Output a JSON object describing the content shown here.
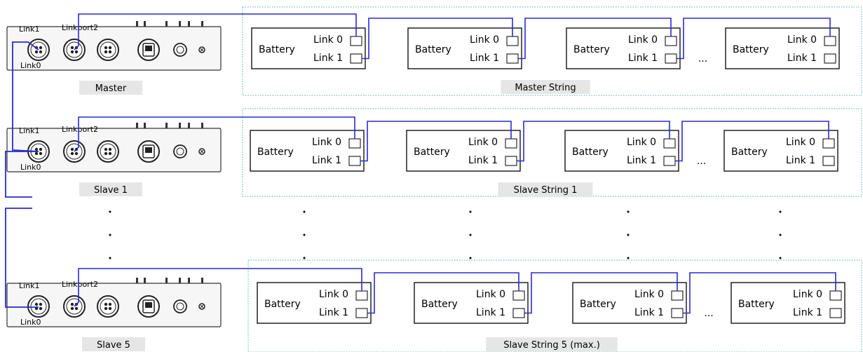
{
  "colors": {
    "wire": "#2a2ad0",
    "dotted_frame": "#4fb0a8",
    "caption_bg": "#e6e6e6"
  },
  "dots": "·",
  "ellipsis": "...",
  "rows": [
    {
      "id": "master",
      "unit": {
        "name": "Master",
        "link1": "Link1",
        "linkport2": "Linkport2",
        "link0": "Link0"
      },
      "string": {
        "name": "Master String"
      },
      "batteries": [
        {
          "label": "Battery",
          "link0": "Link 0",
          "link1": "Link 1"
        },
        {
          "label": "Battery",
          "link0": "Link 0",
          "link1": "Link 1"
        },
        {
          "label": "Battery",
          "link0": "Link 0",
          "link1": "Link 1"
        },
        {
          "label": "Battery",
          "link0": "Link 0",
          "link1": "Link 1"
        }
      ]
    },
    {
      "id": "slave1",
      "unit": {
        "name": "Slave 1",
        "link1": "Link1",
        "linkport2": "Linkport2",
        "link0": "Link0"
      },
      "string": {
        "name": "Slave String 1"
      },
      "batteries": [
        {
          "label": "Battery",
          "link0": "Link 0",
          "link1": "Link 1"
        },
        {
          "label": "Battery",
          "link0": "Link 0",
          "link1": "Link 1"
        },
        {
          "label": "Battery",
          "link0": "Link 0",
          "link1": "Link 1"
        },
        {
          "label": "Battery",
          "link0": "Link 0",
          "link1": "Link 1"
        }
      ]
    },
    {
      "id": "slave5",
      "unit": {
        "name": "Slave 5",
        "link1": "Link1",
        "linkport2": "Linkport2",
        "link0": "Link0"
      },
      "string": {
        "name": "Slave String 5 (max.)"
      },
      "batteries": [
        {
          "label": "Battery",
          "link0": "Link 0",
          "link1": "Link 1"
        },
        {
          "label": "Battery",
          "link0": "Link 0",
          "link1": "Link 1"
        },
        {
          "label": "Battery",
          "link0": "Link 0",
          "link1": "Link 1"
        },
        {
          "label": "Battery",
          "link0": "Link 0",
          "link1": "Link 1"
        }
      ]
    }
  ]
}
